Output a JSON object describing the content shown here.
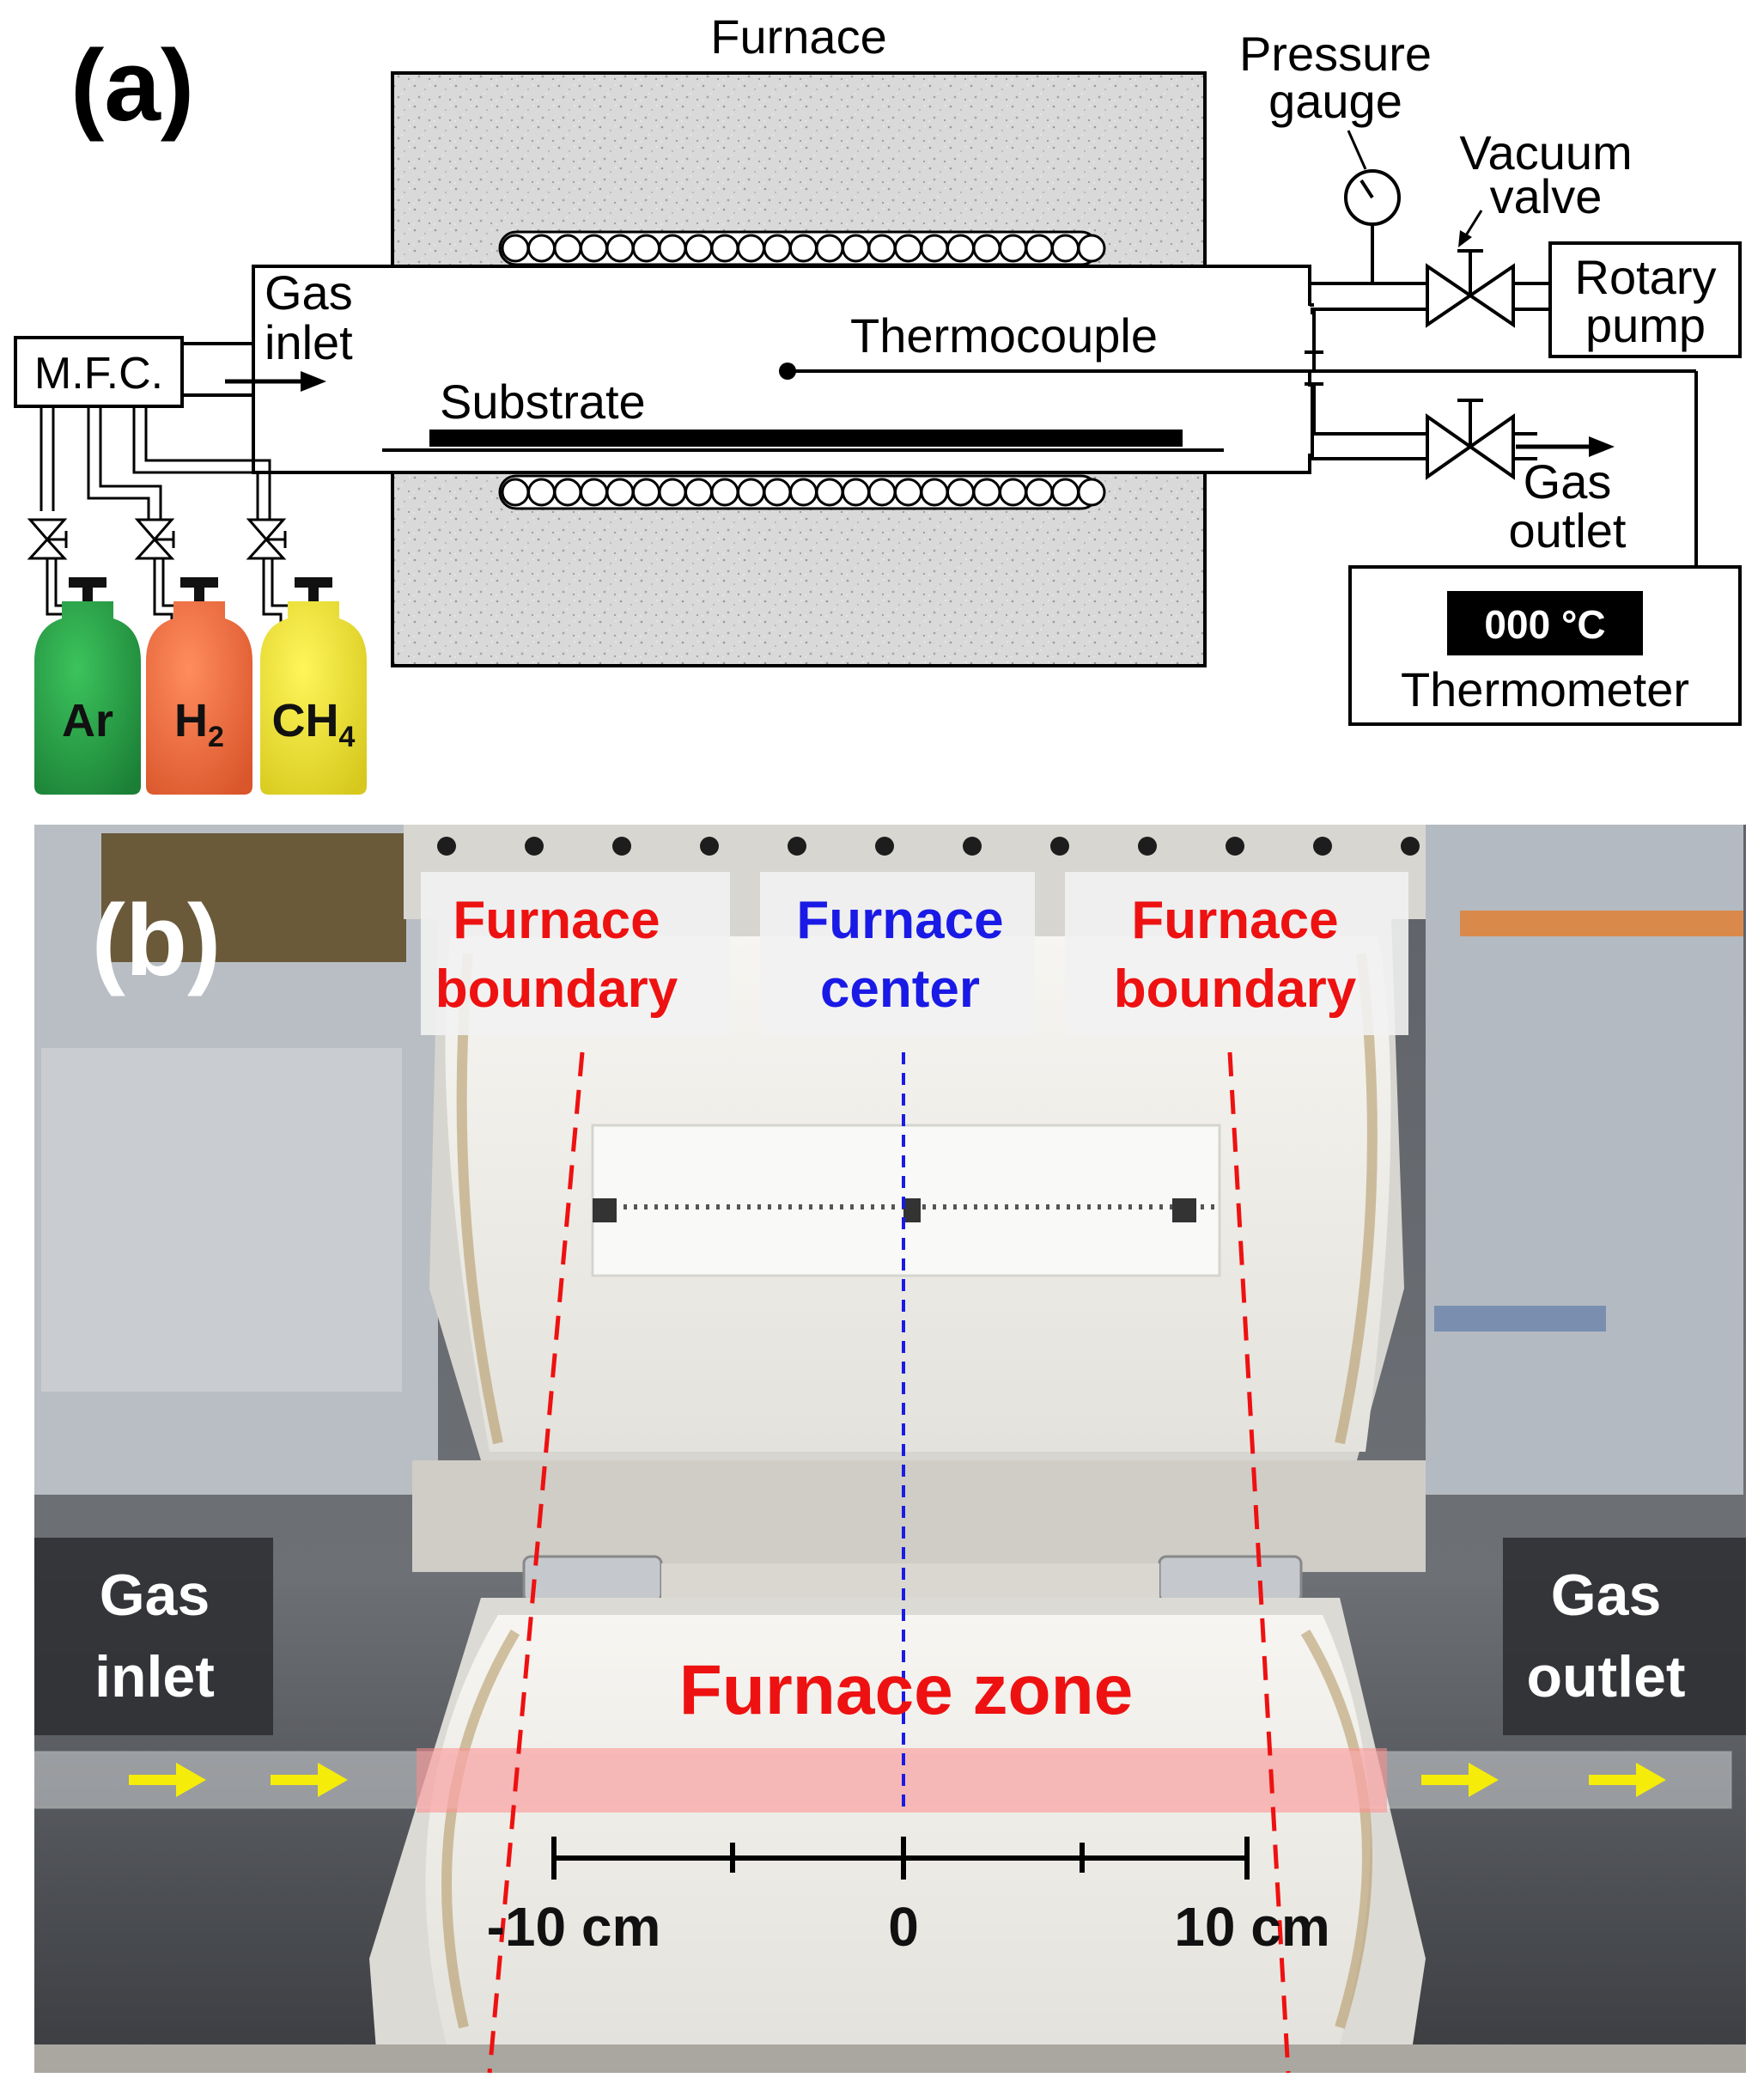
{
  "panel_a": {
    "label": "(a)",
    "furnace_label": "Furnace",
    "pressure_gauge_label": [
      "Pressure",
      "gauge"
    ],
    "vacuum_valve_label": [
      "Vacuum",
      "valve"
    ],
    "rotary_pump_label": [
      "Rotary",
      "pump"
    ],
    "gas_inlet_label": [
      "Gas",
      "inlet"
    ],
    "thermocouple_label": "Thermocouple",
    "mfc_label": "M.F.C.",
    "substrate_label": "Substrate",
    "gas_outlet_label": [
      "Gas",
      "outlet"
    ],
    "thermometer_display": "000 °C",
    "thermometer_label": "Thermometer",
    "cylinders": [
      {
        "name": "Ar",
        "sub": "",
        "color": "#2ea24a"
      },
      {
        "name": "H",
        "sub": "2",
        "color": "#ee6a3c"
      },
      {
        "name": "CH",
        "sub": "4",
        "color": "#f0e02c"
      }
    ]
  },
  "panel_b": {
    "label": "(b)",
    "furnace_boundary_left": [
      "Furnace",
      "boundary"
    ],
    "furnace_center": [
      "Furnace",
      "center"
    ],
    "furnace_boundary_right": [
      "Furnace",
      "boundary"
    ],
    "gas_inlet": [
      "Gas",
      "inlet"
    ],
    "gas_outlet": [
      "Gas",
      "outlet"
    ],
    "furnace_zone": "Furnace zone",
    "scale_left": "-10 cm",
    "scale_center": "0",
    "scale_right": "10 cm"
  },
  "colors": {
    "red": "#ee1111",
    "blue": "#1a1ae6",
    "yellow_arrow": "#f5ec0a",
    "zone_fill": "#ff8c8c"
  }
}
